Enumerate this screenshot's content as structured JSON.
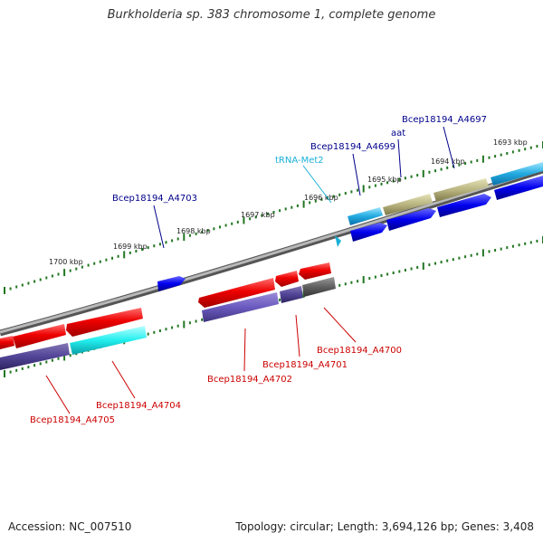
{
  "title": {
    "organism": "Burkholderia sp. 383",
    "rest": " chromosome 1, complete genome"
  },
  "footer": {
    "accession": "Accession: NC_007510",
    "topology": "Topology: circular; Length: 3,694,126 bp; Genes: 3,408"
  },
  "colors": {
    "backbone": "#8a8a8a",
    "tick": "#227722",
    "forward_label": "#00008b",
    "reverse_label": "#cc0000",
    "trna_label": "#1ab0d8"
  },
  "scale_labels": [
    "1700 kbp",
    "1699 kbp",
    "1698 kbp",
    "1697 kbp",
    "1696 kbp",
    "1695 kbp",
    "1694 kbp",
    "1693 kbp"
  ],
  "gene_labels": [
    {
      "text": "Bcep18194_A4697",
      "strand": "forward"
    },
    {
      "text": "aat",
      "strand": "forward"
    },
    {
      "text": "Bcep18194_A4699",
      "strand": "forward"
    },
    {
      "text": "tRNA-Met2",
      "strand": "trna"
    },
    {
      "text": "Bcep18194_A4703",
      "strand": "forward"
    },
    {
      "text": "Bcep18194_A4700",
      "strand": "reverse"
    },
    {
      "text": "Bcep18194_A4701",
      "strand": "reverse"
    },
    {
      "text": "Bcep18194_A4702",
      "strand": "reverse"
    },
    {
      "text": "Bcep18194_A4704",
      "strand": "reverse"
    },
    {
      "text": "Bcep18194_A4705",
      "strand": "reverse"
    }
  ]
}
